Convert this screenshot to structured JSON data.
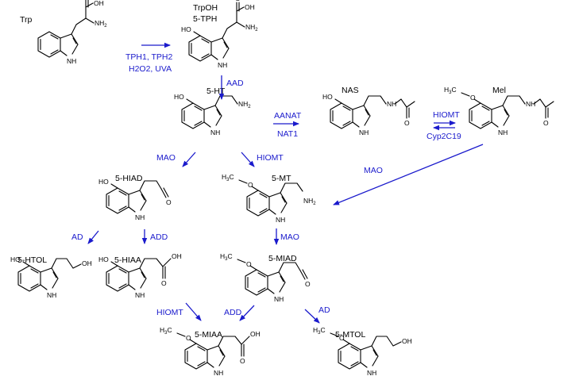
{
  "compounds": {
    "trp": "Trp",
    "trpoh": "TrpOH",
    "tph5": "5-TPH",
    "ht5": "5-HT",
    "nas": "NAS",
    "mel": "Mel",
    "hiad": "5-HIAD",
    "mt5": "5-MT",
    "htol": "5-HTOL",
    "hiaa": "5-HIAA",
    "miad": "5-MIAD",
    "miaa": "5-MIAA",
    "mtol": "5-MTOL"
  },
  "enzymes": {
    "tph": "TPH1, TPH2",
    "h2o2": "H2O2, UVA",
    "aad": "AAD",
    "aanat": "AANAT",
    "nat1": "NAT1",
    "hiomt": "HIOMT",
    "cyp": "Cyp2C19",
    "mao": "MAO",
    "ad": "AD",
    "add": "ADD"
  },
  "atoms": {
    "oh": "OH",
    "o": "O",
    "ho": "HO",
    "nh": "NH",
    "n": "N",
    "h": "H",
    "h3c_h": "H",
    "h3c_3": "3",
    "h3c_c": "C",
    "two": "2"
  },
  "colors": {
    "enzyme": "#1a1acc",
    "structure": "#000000"
  }
}
